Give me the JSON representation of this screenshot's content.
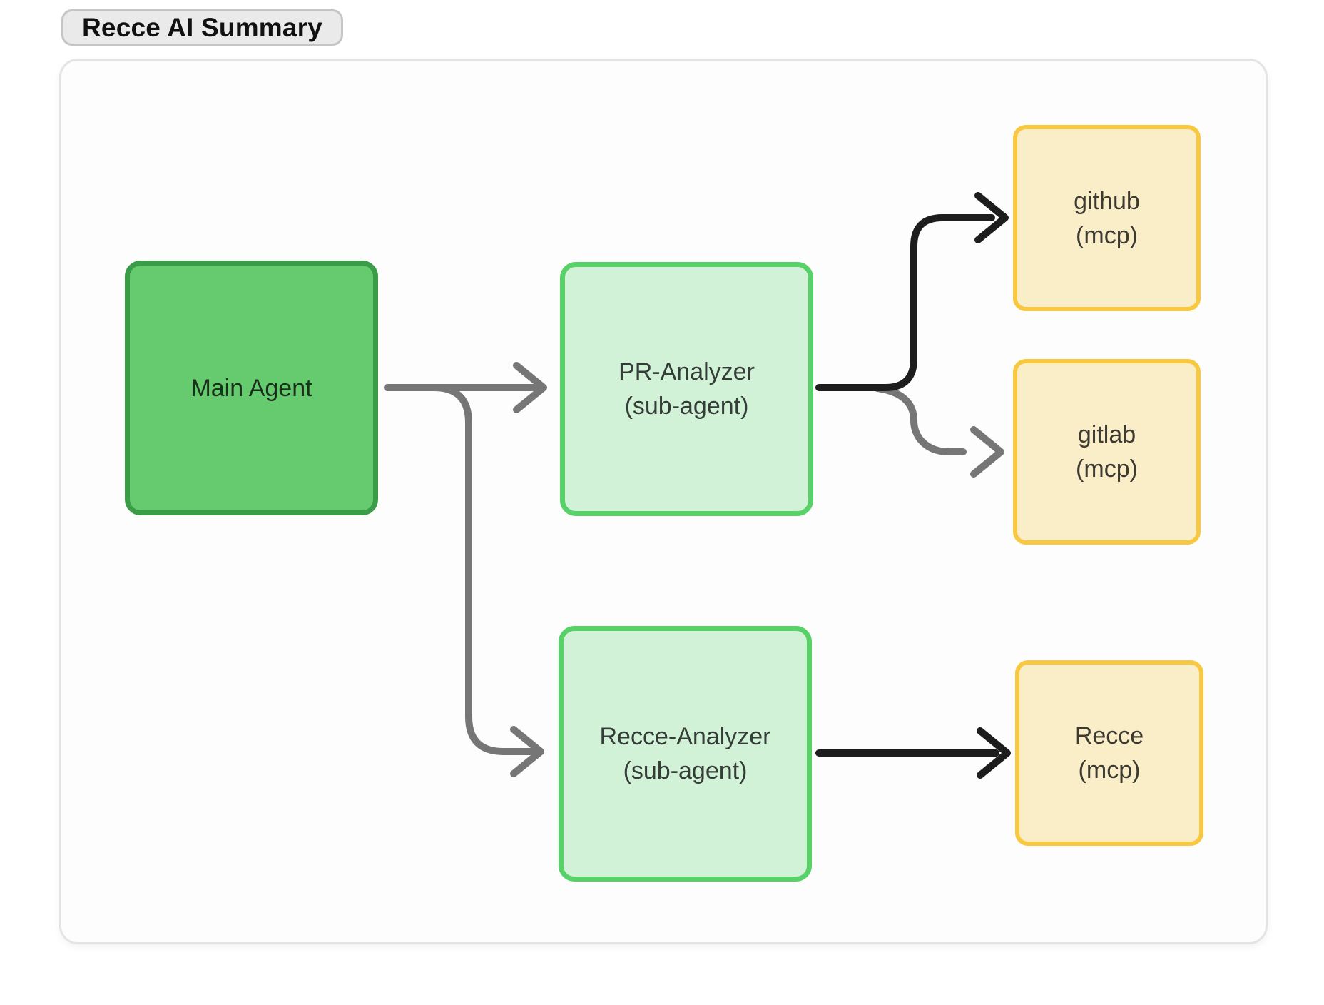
{
  "title": {
    "label": "Recce AI Summary"
  },
  "colors": {
    "page_bg": "#ffffff",
    "panel_bg": "#fdfdfd",
    "panel_border": "#e4e4e4",
    "title_bg": "#eaeaea",
    "title_border": "#c5c5c5",
    "title_text": "#111111",
    "agent_fill": "#65cb6e",
    "agent_border": "#3a9c47",
    "agent_text": "#1a301c",
    "subagent_fill": "#d2f2d7",
    "subagent_border": "#57d168",
    "subagent_text": "#343d37",
    "mcp_fill": "#faeec9",
    "mcp_border": "#f9c841",
    "mcp_text": "#3c3a31",
    "edge_gray": "#767676",
    "edge_black": "#1d1d1d"
  },
  "diagram": {
    "nodes": [
      {
        "id": "main-agent",
        "label": "Main Agent",
        "type": "agent"
      },
      {
        "id": "pr-analyzer",
        "label": "PR-Analyzer",
        "sublabel": "(sub-agent)",
        "type": "sub-agent"
      },
      {
        "id": "recce-analyzer",
        "label": "Recce-Analyzer",
        "sublabel": "(sub-agent)",
        "type": "sub-agent"
      },
      {
        "id": "github-mcp",
        "label": "github",
        "sublabel": "(mcp)",
        "type": "mcp"
      },
      {
        "id": "gitlab-mcp",
        "label": "gitlab",
        "sublabel": "(mcp)",
        "type": "mcp"
      },
      {
        "id": "recce-mcp",
        "label": "Recce",
        "sublabel": "(mcp)",
        "type": "mcp"
      }
    ],
    "edges": [
      {
        "from": "main-agent",
        "to": "pr-analyzer",
        "color": "gray"
      },
      {
        "from": "main-agent",
        "to": "recce-analyzer",
        "color": "gray"
      },
      {
        "from": "pr-analyzer",
        "to": "github-mcp",
        "color": "black"
      },
      {
        "from": "pr-analyzer",
        "to": "gitlab-mcp",
        "color": "gray"
      },
      {
        "from": "recce-analyzer",
        "to": "recce-mcp",
        "color": "black"
      }
    ]
  }
}
